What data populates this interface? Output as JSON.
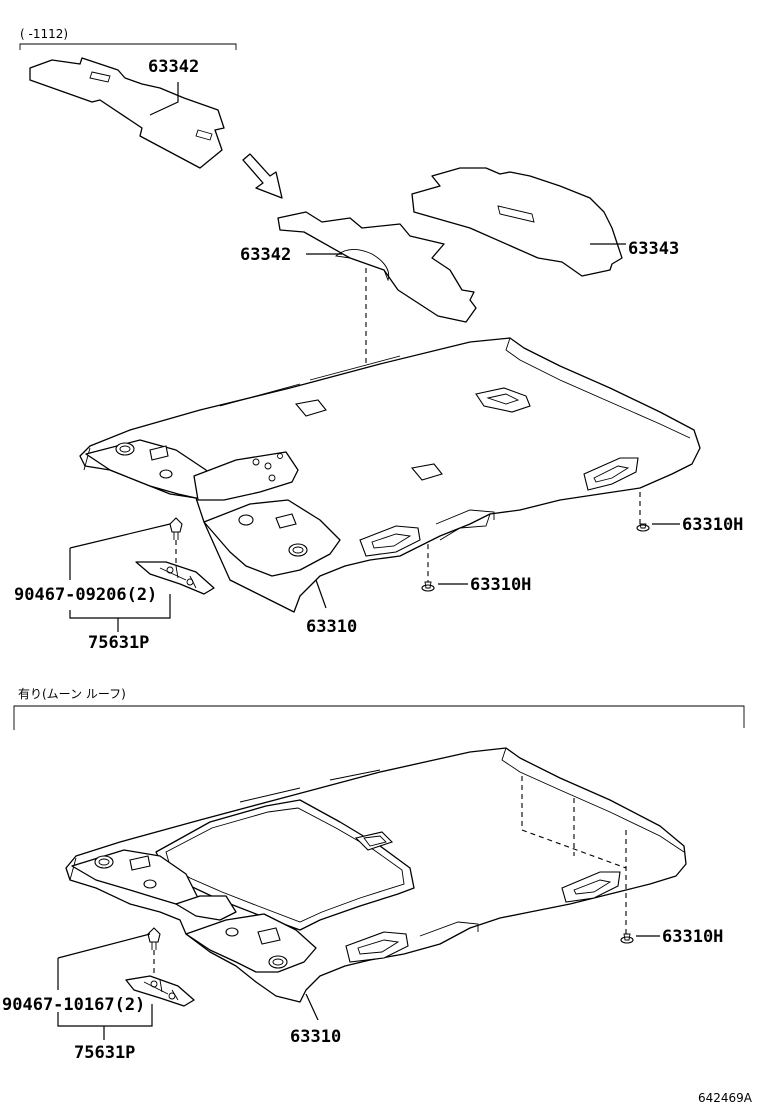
{
  "top_section": {
    "date_range": "(   -1112)",
    "labels": {
      "pad_upper": "63342",
      "pad_lower": "63342",
      "pad_rear": "63343",
      "headliner": "63310",
      "clip_right": "63310H",
      "clip_center": "63310H",
      "screw": "90467-09206(2)",
      "holder": "75631P"
    }
  },
  "bottom_section": {
    "condition": "有り(ムーン ルーフ)",
    "labels": {
      "headliner": "63310",
      "clip_right": "63310H",
      "screw": "90467-10167(2)",
      "holder": "75631P"
    }
  },
  "figure_id": "642469A"
}
